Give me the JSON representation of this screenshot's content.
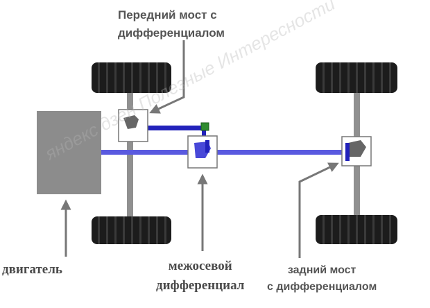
{
  "labels": {
    "front_axle_line1": "Передний мост с",
    "front_axle_line2": "дифференциалом",
    "engine": "двигатель",
    "center_diff_line1": "межосевой",
    "center_diff_line2": "дифференциал",
    "rear_axle_line1": "задний мост",
    "rear_axle_line2": "с дифференциалом"
  },
  "watermark": "яндекс дзен Полезные Интересности",
  "colors": {
    "drive_shaft": "#5a5ae0",
    "drive_shaft_dark": "#2222bb",
    "axle": "#909090",
    "tire": "#1c1c1c",
    "engine": "#8c8c8c",
    "arrow": "#777777",
    "coupling": "#2e8b2e",
    "text": "#555555"
  },
  "icons": {
    "wheel": "tire-icon",
    "differential": "gear-housing-icon",
    "coupling": "green-coupling-icon",
    "pointer": "arrow-icon"
  }
}
